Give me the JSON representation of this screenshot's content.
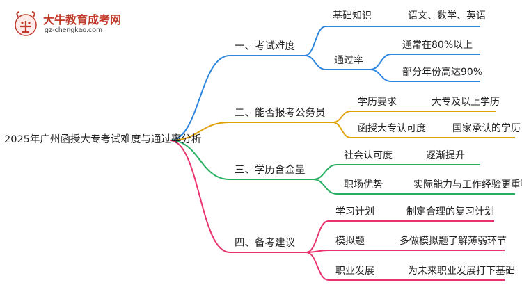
{
  "logo": {
    "name": "大牛教育成考网",
    "url": "gz-chengkao.com",
    "brand_color": "#c0392b"
  },
  "root": "2025年广州函授大专考试难度与通过率分析",
  "branches": [
    {
      "label": "一、考试难度",
      "color": "#2e86de",
      "children": [
        {
          "label": "基础知识",
          "leaves": [
            "语文、数学、英语"
          ]
        },
        {
          "label": "通过率",
          "leaves": [
            "通常在80%以上",
            "部分年份高达90%"
          ]
        }
      ]
    },
    {
      "label": "二、能否报考公务员",
      "color": "#e0a106",
      "children": [
        {
          "label": "学历要求",
          "leaves": [
            "大专及以上学历"
          ]
        },
        {
          "label": "函授大专认可度",
          "leaves": [
            "国家承认的学历"
          ]
        }
      ]
    },
    {
      "label": "三、学历含金量",
      "color": "#27ae60",
      "children": [
        {
          "label": "社会认可度",
          "leaves": [
            "逐渐提升"
          ]
        },
        {
          "label": "职场优势",
          "leaves": [
            "实际能力与工作经验更重要"
          ]
        }
      ]
    },
    {
      "label": "四、备考建议",
      "color": "#e8336d",
      "children": [
        {
          "label": "学习计划",
          "leaves": [
            "制定合理的复习计划"
          ]
        },
        {
          "label": "模拟题",
          "leaves": [
            "多做模拟题了解薄弱环节"
          ]
        },
        {
          "label": "职业发展",
          "leaves": [
            "为未来职业发展打下基础"
          ]
        }
      ]
    }
  ]
}
